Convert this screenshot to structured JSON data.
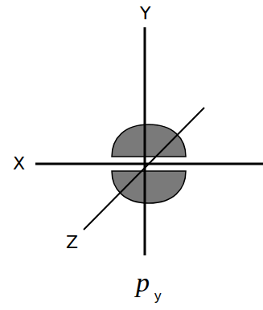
{
  "diagram": {
    "caption": "p",
    "labels": [
      "Y",
      "X",
      "Z",
      "y"
    ]
  }
}
